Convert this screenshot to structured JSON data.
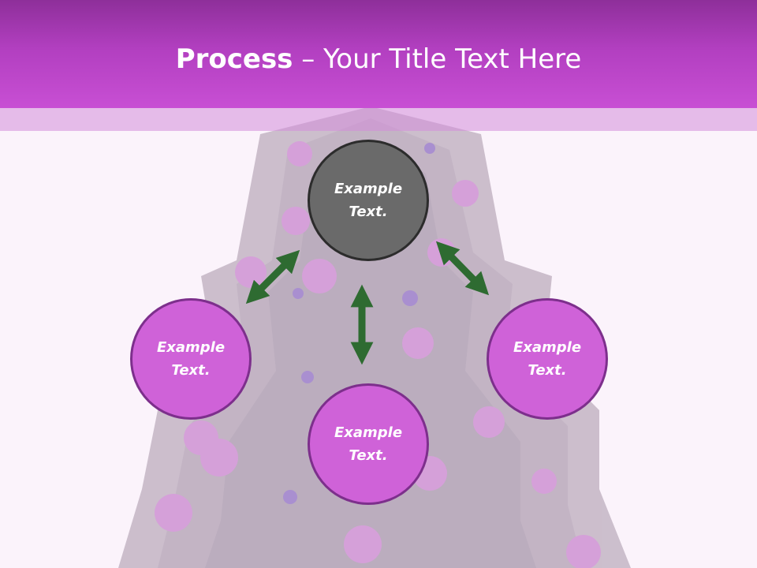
{
  "title": {
    "strong": "Process",
    "rest": " – Your Title Text Here"
  },
  "nodes": {
    "top": "Example Text.",
    "left": "Example Text.",
    "right": "Example Text.",
    "bottom": "Example Text."
  },
  "colors": {
    "title_bar": "#b23fc0",
    "node_fill": "#cf62d8",
    "node_border": "#7d2f8c",
    "center_fill": "#6a6a6a",
    "arrow": "#2e6b31"
  }
}
